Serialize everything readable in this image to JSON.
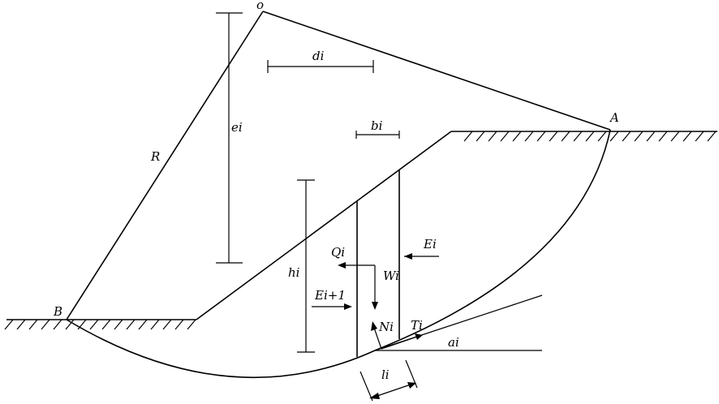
{
  "labels": {
    "o": "o",
    "di": "di",
    "A": "A",
    "bi": "bi",
    "ei": "ei",
    "R": "R",
    "Ei": "Ei",
    "Qi": "Qi",
    "Wi": "Wi",
    "hi": "hi",
    "Ei1": "Ei+1",
    "B": "B",
    "Ni": "Ni",
    "Ti": "Ti",
    "ai": "ai",
    "li": "li"
  }
}
